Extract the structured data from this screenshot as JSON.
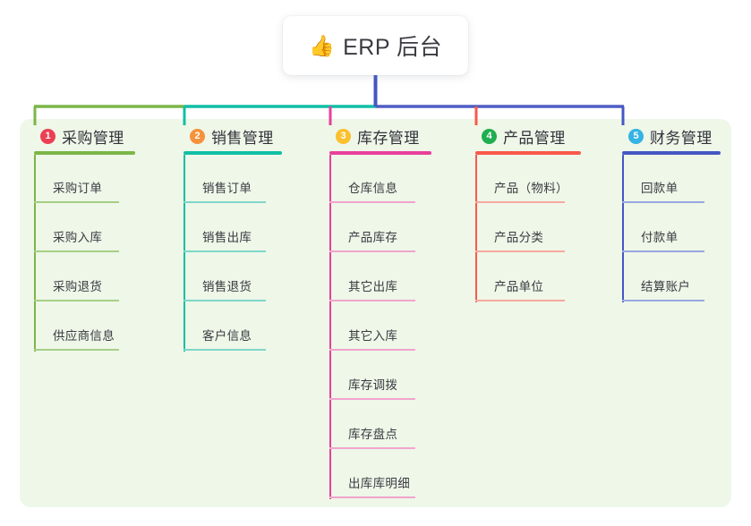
{
  "root": {
    "emoji": "👍",
    "emoji_name": "thumbs-up-icon",
    "title": "ERP 后台"
  },
  "theme": {
    "page_background": "#ffffff",
    "panel_background": "#eef7e8",
    "root_background": "#ffffff",
    "text_color": "#35353a",
    "trunk_color": "#4457c3",
    "bar_left_color": "#7ab648",
    "bar_mid_color": "#11bfa5",
    "bar_right_color": "#4f5dc4"
  },
  "columns": [
    {
      "index": "1",
      "title": "采购管理",
      "badge_color": "#ec3f54",
      "accent": "#7ab648",
      "rule_color": "#a7cf86",
      "items": [
        {
          "label": "采购订单"
        },
        {
          "label": "采购入库"
        },
        {
          "label": "采购退货"
        },
        {
          "label": "供应商信息"
        }
      ]
    },
    {
      "index": "2",
      "title": "销售管理",
      "badge_color": "#f6923b",
      "accent": "#11bfa5",
      "rule_color": "#7fd7cb",
      "items": [
        {
          "label": "销售订单"
        },
        {
          "label": "销售出库"
        },
        {
          "label": "销售退货"
        },
        {
          "label": "客户信息"
        }
      ]
    },
    {
      "index": "3",
      "title": "库存管理",
      "badge_color": "#fbc02d",
      "accent": "#e8409b",
      "rule_color": "#f2a4ce",
      "items": [
        {
          "label": "仓库信息"
        },
        {
          "label": "产品库存"
        },
        {
          "label": "其它出库"
        },
        {
          "label": "其它入库"
        },
        {
          "label": "库存调拨"
        },
        {
          "label": "库存盘点"
        },
        {
          "label": "出库库明细"
        }
      ]
    },
    {
      "index": "4",
      "title": "产品管理",
      "badge_color": "#21ae50",
      "accent": "#f9594c",
      "rule_color": "#f9a79f",
      "items": [
        {
          "label": "产品（物料）"
        },
        {
          "label": "产品分类"
        },
        {
          "label": "产品单位"
        }
      ]
    },
    {
      "index": "5",
      "title": "财务管理",
      "badge_color": "#34b3e4",
      "accent": "#4457c3",
      "rule_color": "#9aa6e0",
      "items": [
        {
          "label": "回款单"
        },
        {
          "label": "付款单"
        },
        {
          "label": "结算账户"
        }
      ]
    }
  ]
}
